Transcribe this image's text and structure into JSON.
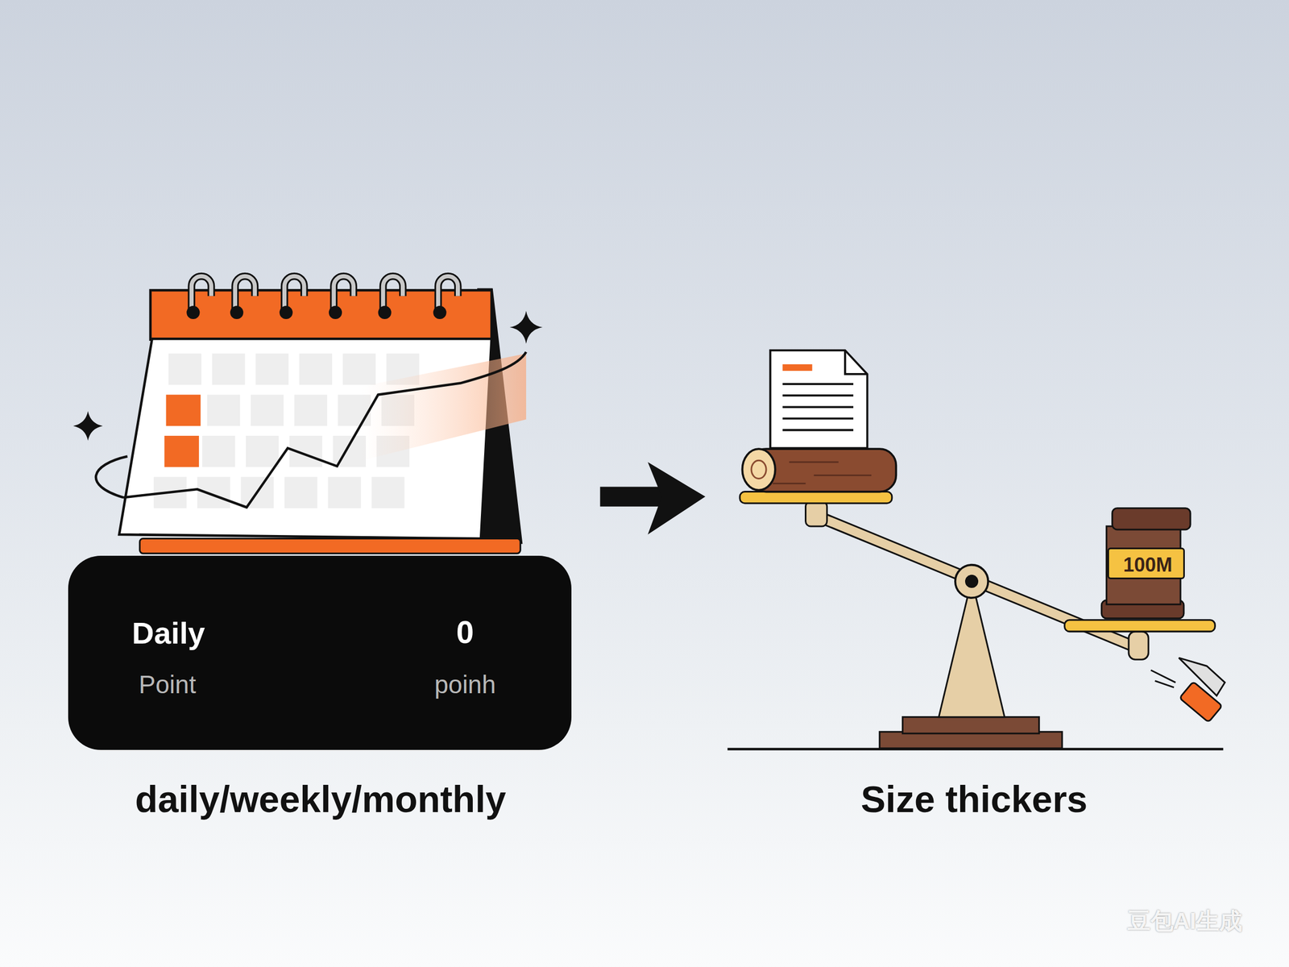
{
  "diagram": {
    "nodes": [
      {
        "text": [
          "Daily",
          "Point",
          "0",
          "poinh"
        ]
      },
      {
        "text": [
          "100M"
        ]
      }
    ],
    "labels": [
      "daily/weekly/monthly",
      "Size thickers",
      "豆包AI生成"
    ]
  }
}
